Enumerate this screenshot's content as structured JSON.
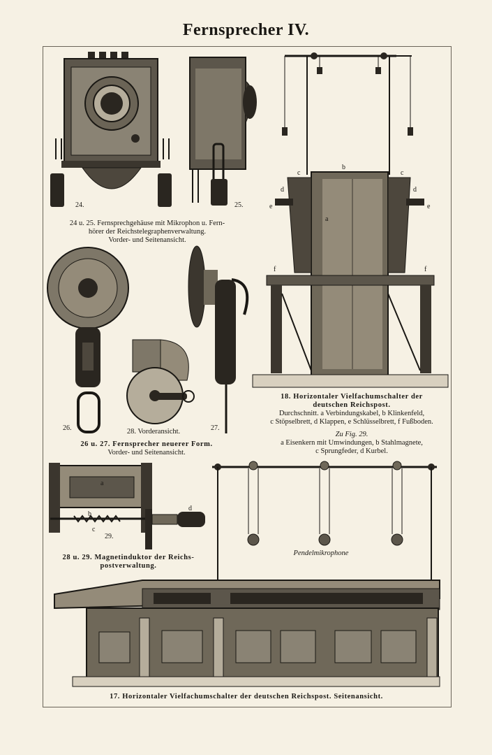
{
  "title": "Fernsprecher IV.",
  "figures": {
    "fig24_num": "24.",
    "fig25_num": "25.",
    "fig24_25_caption": [
      "24 u. 25. Fernsprechgehäuse mit Mikrophon u. Fern-",
      "hörer der Reichstelegraphenverwaltung.",
      "Vorder- und Seitenansicht."
    ],
    "fig26_num": "26.",
    "fig27_num": "27.",
    "fig28_caption": "28. Vorderansicht.",
    "fig26_27_caption": [
      "26 u. 27. Fernsprecher neuerer Form.",
      "Vorder- und Seitenansicht."
    ],
    "fig29_num": "29.",
    "fig28_29_caption": [
      "28 u. 29. Magnetinduktor der Reichs-",
      "postverwaltung."
    ],
    "fig18_caption": [
      "18. Horizontaler Vielfachumschalter der",
      "deutschen Reichspost."
    ],
    "fig18_legend": [
      "Durchschnitt. a Verbindungskabel, b Klinkenfeld,",
      "c Stöpselbrett, d Klappen, e Schlüsselbrett, f Fußboden."
    ],
    "fig29_heading": "Zu Fig. 29.",
    "fig29_legend": [
      "a Eisenkern mit Umwindungen, b Stahlmagnete,",
      "c Sprungfeder, d Kurbel."
    ],
    "pendel_label": "Pendelmikrophone",
    "fig17_caption": "17. Horizontaler Vielfachumschalter der deutschen Reichspost. Seitenansicht."
  },
  "letters": {
    "a": "a",
    "b": "b",
    "c": "c",
    "d": "d",
    "e": "e",
    "f": "f"
  }
}
